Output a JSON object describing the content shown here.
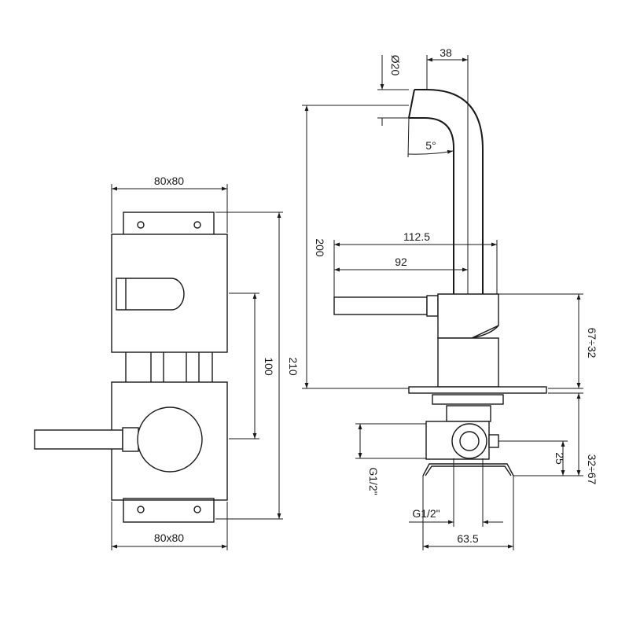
{
  "dimensions": {
    "front_top_width": "80x80",
    "front_bottom_width": "80x80",
    "front_center_distance": "100",
    "front_total_height": "210",
    "spout_diameter": "Ø20",
    "spout_offset": "38",
    "spout_angle": "5°",
    "overall_height": "200",
    "reach_total": "112.5",
    "reach_lever": "92",
    "body_height_range": "67÷32",
    "inlet_thread_side": "G1/2\"",
    "inlet_thread_bottom": "G1/2\"",
    "valve_height": "25",
    "mount_depth_range": "32÷67",
    "mount_width": "63.5"
  }
}
